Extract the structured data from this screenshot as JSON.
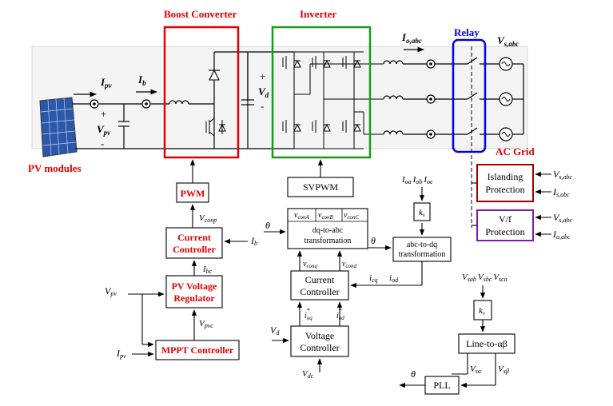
{
  "section_titles": {
    "boost": "Boost Converter",
    "inverter": "Inverter",
    "relay": "Relay",
    "ac_grid": "AC Grid",
    "pv_modules": "PV modules"
  },
  "power_labels": {
    "ipv": "I",
    "ipv_sub": "pv",
    "vpv": "V",
    "vpv_sub": "pv",
    "ib": "I",
    "ib_sub": "b",
    "vd": "V",
    "vd_sub": "d",
    "plus": "+",
    "minus": "-",
    "ioabc": "I",
    "ioabc_sub": "o,abc",
    "vsabc": "V",
    "vsabc_sub": "s,abc"
  },
  "blocks": {
    "pwm": "PWM",
    "current_controller_red_1": "Current",
    "current_controller_red_2": "Controller",
    "pv_reg_1": "PV Voltage",
    "pv_reg_2": "Regulator",
    "mppt": "MPPT Controller",
    "svpwm": "SVPWM",
    "dq_abc_1": "dq-to-abc",
    "dq_abc_2": "transformation",
    "cur_ctrl_1": "Current",
    "cur_ctrl_2": "Controller",
    "volt_ctrl_1": "Voltage",
    "volt_ctrl_2": "Controller",
    "abc_dq_1": "abc-to-dq",
    "abc_dq_2": "transformation",
    "ks": "k",
    "ks_sub": "s",
    "kv": "k",
    "kv_sub": "v",
    "line_ab": "Line-to-αβ",
    "pll": "PLL",
    "islanding_1": "Islanding",
    "islanding_2": "Protection",
    "vf_1": "V/f",
    "vf_2": "Protection"
  },
  "signals": {
    "vconp": "V",
    "vconp_sub": "conp",
    "ib_ctrl": "I",
    "ib_ctrl_sub": "b",
    "ibc": "I",
    "ibc_sub": "bc",
    "vpvc": "V",
    "vpvc_sub": "pvc",
    "vpv_in": "V",
    "vpv_in_sub": "pv",
    "ipv_in": "I",
    "ipv_in_sub": "pv",
    "theta": "θ",
    "vcona": "v",
    "vcona_sub": "conA",
    "vconb": "v",
    "vconb_sub": "conB",
    "vconc": "v",
    "vconc_sub": "conC",
    "vconq": "v",
    "vconq_sub": "conq",
    "vcond": "v",
    "vcond_sub": "cond",
    "icq": "i",
    "icq_sub": "cq",
    "iod": "i",
    "iod_sub": "od",
    "ioq_star": "i",
    "ioq_star_sub": "oq",
    "iod_star": "i",
    "iod_star_sub": "od",
    "star": "*",
    "vd_in": "V",
    "vd_in_sub": "d",
    "vdc": "V",
    "vdc_sub": "dc",
    "ioa": "I",
    "ioa_sub": "oa",
    "iob": "I",
    "iob_sub": "ob",
    "ioc": "I",
    "ioc_sub": "oc",
    "vsab": "V",
    "vsab_sub": "sab",
    "vsbc": "V",
    "vsbc_sub": "sbc",
    "vsca": "V",
    "vsca_sub": "sca",
    "vsa": "V",
    "vsa_sub": "sα",
    "vsb": "V",
    "vsb_sub": "sβ",
    "vsabc_isl": "V",
    "vsabc_isl_sub": "s,abc",
    "isabc_isl": "I",
    "isabc_isl_sub": "s,abc",
    "vsabc_vf": "V",
    "vsabc_vf_sub": "s,abc",
    "ioabc_vf": "I",
    "ioabc_vf_sub": "o,abc"
  }
}
